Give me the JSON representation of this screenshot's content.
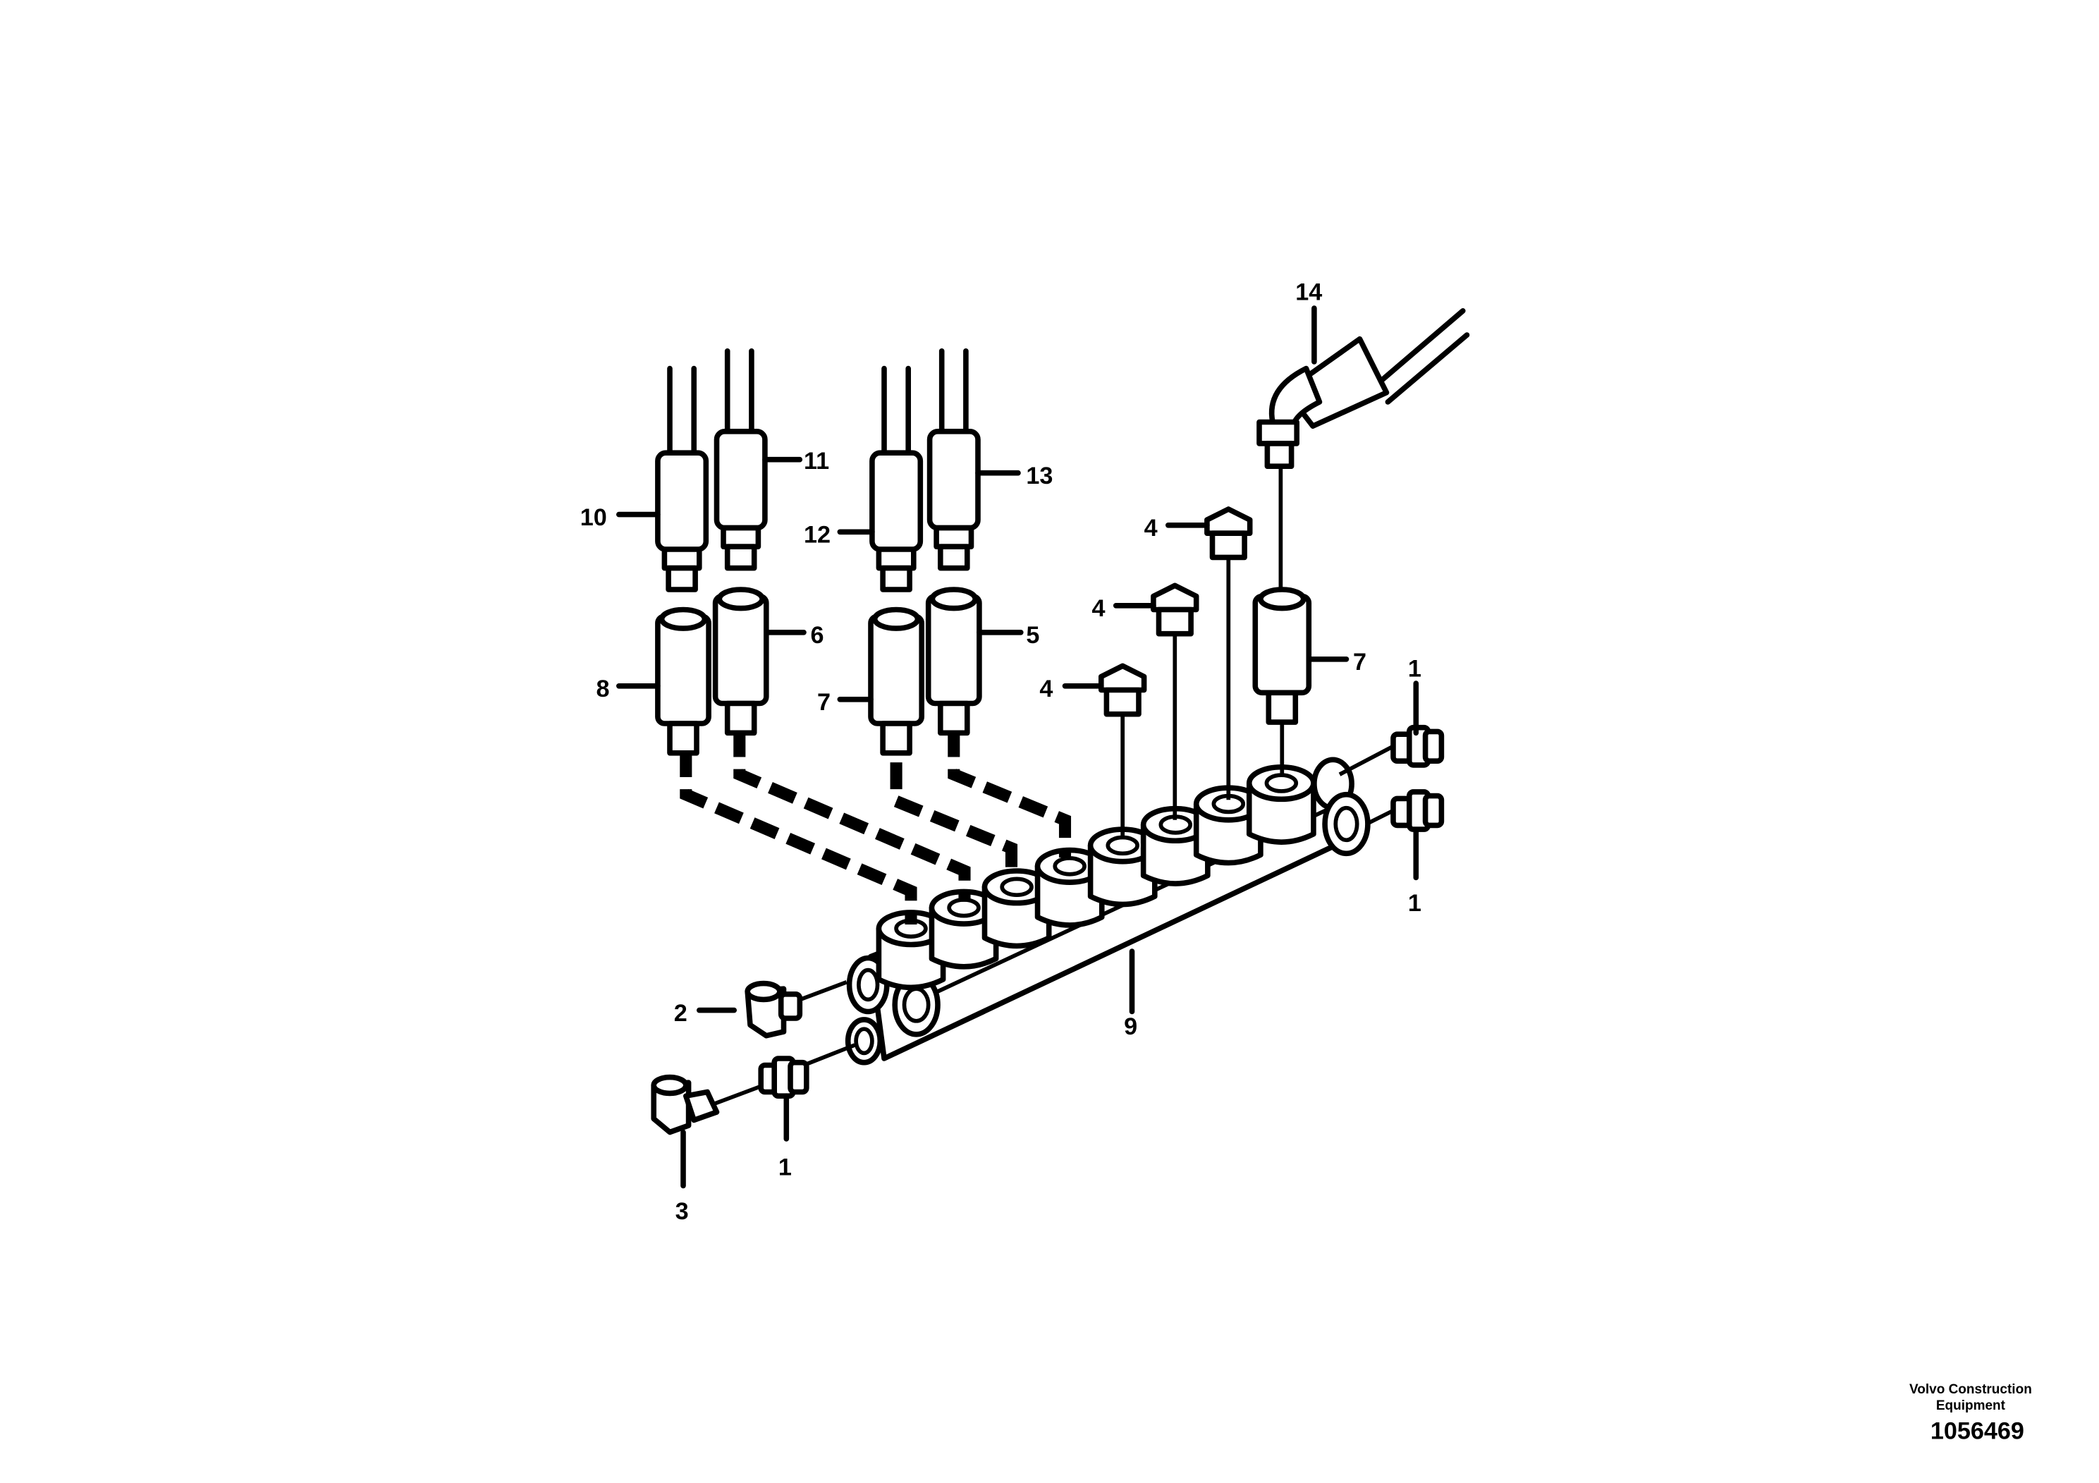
{
  "callouts": {
    "c1a": "1",
    "c1b": "1",
    "c1c": "1",
    "c2": "2",
    "c3": "3",
    "c4a": "4",
    "c4b": "4",
    "c4c": "4",
    "c5": "5",
    "c6": "6",
    "c7a": "7",
    "c7b": "7",
    "c8": "8",
    "c9": "9",
    "c10": "10",
    "c11": "11",
    "c12": "12",
    "c13": "13",
    "c14": "14"
  },
  "footer": {
    "brand_line1": "Volvo Construction",
    "brand_line2": "Equipment",
    "drawing_number": "1056469"
  }
}
